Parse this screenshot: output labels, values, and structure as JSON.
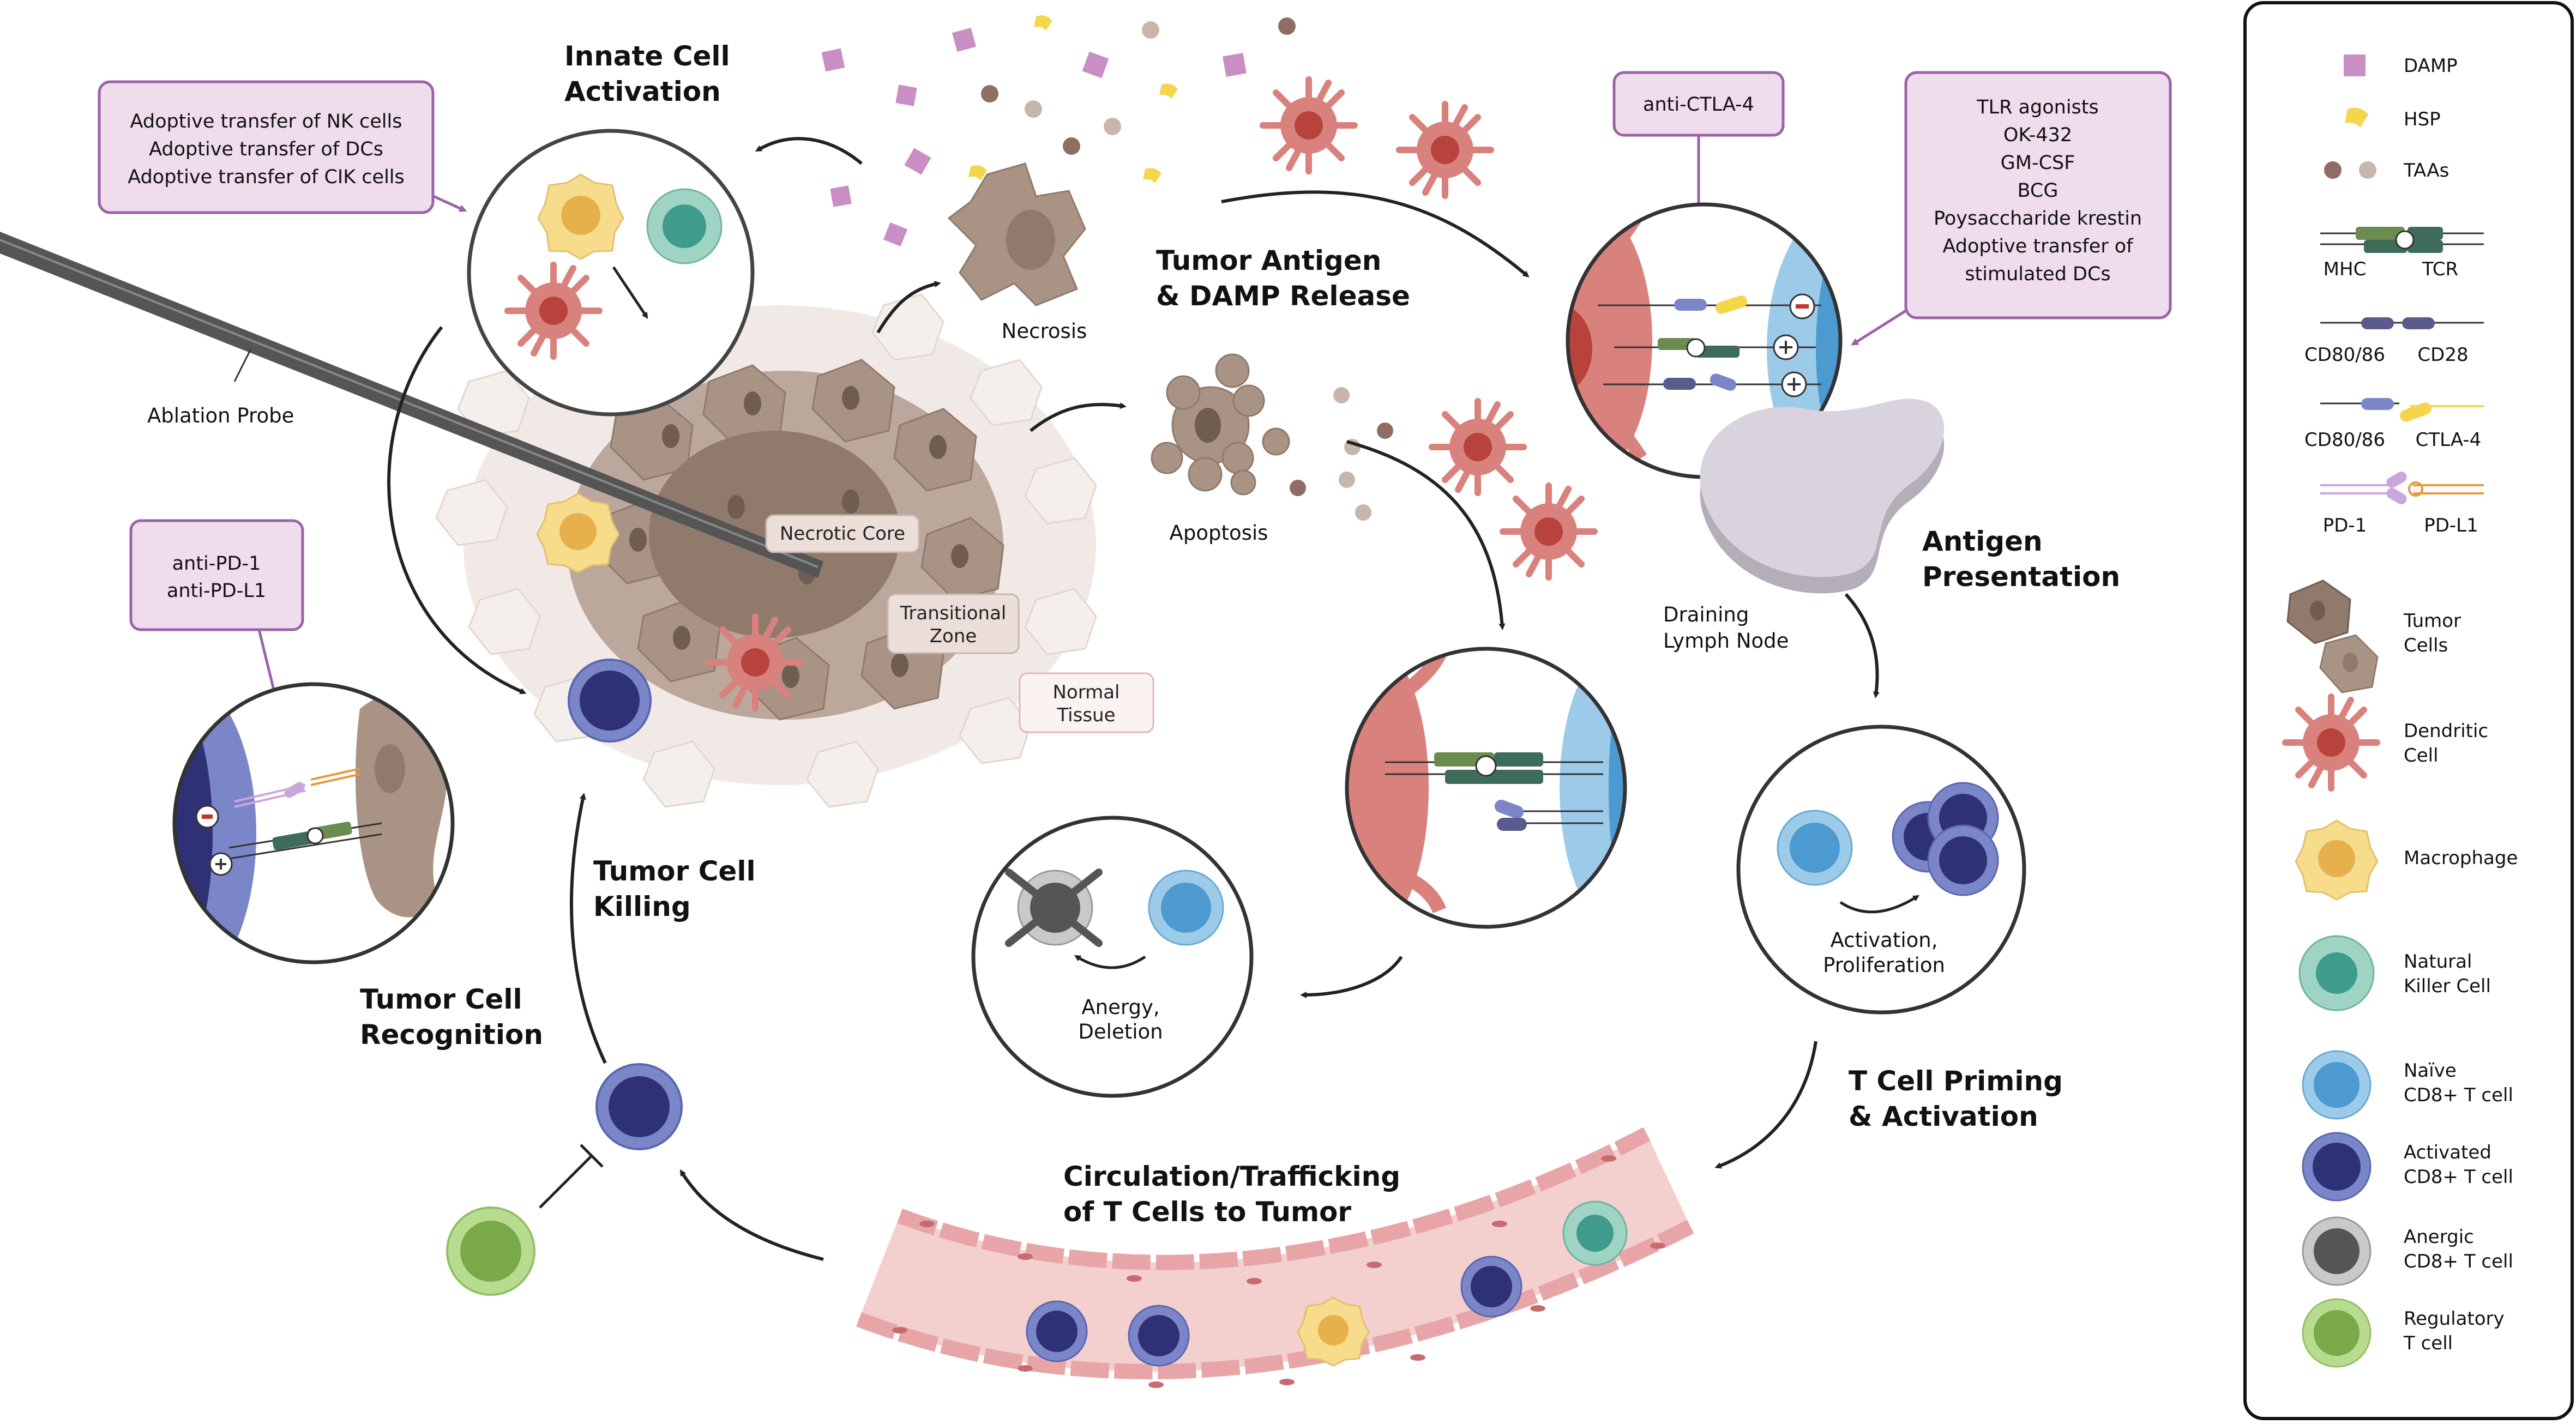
{
  "stages": {
    "innate_activation": [
      "Innate Cell",
      "Activation"
    ],
    "antigen_release": [
      "Tumor Antigen",
      "& DAMP Release"
    ],
    "antigen_presentation": [
      "Antigen",
      "Presentation"
    ],
    "priming": [
      "T Cell Priming",
      "& Activation"
    ],
    "circulation": [
      "Circulation/Trafficking",
      "of T Cells to Tumor"
    ],
    "recognition": [
      "Tumor Cell",
      "Recognition"
    ],
    "killing": [
      "Tumor Cell",
      "Killing"
    ]
  },
  "labels": {
    "necrosis": "Necrosis",
    "apoptosis": "Apoptosis",
    "ablation_probe": "Ablation Probe",
    "lymph_node": [
      "Draining",
      "Lymph Node"
    ],
    "anergy": [
      "Anergy,",
      "Deletion"
    ],
    "activation": [
      "Activation,",
      "Proliferation"
    ]
  },
  "zones": {
    "necrotic_core": "Necrotic Core",
    "transitional": [
      "Transitional",
      "Zone"
    ],
    "normal": [
      "Normal",
      "Tissue"
    ]
  },
  "boxes": {
    "adoptive": [
      "Adoptive transfer of NK cells",
      "Adoptive transfer of DCs",
      "Adoptive transfer of CIK cells"
    ],
    "anti_ctla4": "anti-CTLA-4",
    "anti_pd": [
      "anti-PD-1",
      "anti-PD-L1"
    ],
    "tlr": [
      "TLR agonists",
      "OK-432",
      "GM-CSF",
      "BCG",
      "Poysaccharide krestin",
      "Adoptive transfer of",
      "stimulated DCs"
    ]
  },
  "legend": {
    "damp": "DAMP",
    "hsp": "HSP",
    "taas": "TAAs",
    "mhc": "MHC",
    "tcr": "TCR",
    "cd80_86_a": "CD80/86",
    "cd28": "CD28",
    "cd80_86_b": "CD80/86",
    "ctla4": "CTLA-4",
    "pd1": "PD-1",
    "pdl1": "PD-L1",
    "tumor_cells": [
      "Tumor",
      "Cells"
    ],
    "dendritic_cell": [
      "Dendritic",
      "Cell"
    ],
    "macrophage": "Macrophage",
    "nk_cell": [
      "Natural",
      "Killer Cell"
    ],
    "naive_t": [
      "Naïve",
      "CD8+ T cell"
    ],
    "activated_t": [
      "Activated",
      "CD8+ T cell"
    ],
    "anergic_t": [
      "Anergic",
      "CD8+ T cell"
    ],
    "treg": [
      "Regulatory",
      "T cell"
    ]
  },
  "colors": {
    "box_fill": "#efdcec",
    "box_stroke": "#9a63a8",
    "tumor": "#a89384",
    "tumor_dark": "#8f7a6c",
    "dc": "#d9817c",
    "dc_nucleus": "#b8433d",
    "macrophage": "#f7dc8c",
    "macrophage_nucleus": "#e6b04d",
    "nk": "#9fd4c4",
    "nk_nucleus": "#3f9c8c",
    "naive": "#9ccbea",
    "naive_nucleus": "#4c9acf",
    "activated": "#7b86c9",
    "activated_nucleus": "#2e3175",
    "anergic": "#c9c9c9",
    "anergic_nucleus": "#555555",
    "treg": "#b8dc8f",
    "treg_nucleus": "#7aa94a",
    "vessel": "#f3cfcd",
    "vessel_cell": "#e8a5a7",
    "damp": "#c98fc4",
    "hsp": "#f3d64b"
  }
}
